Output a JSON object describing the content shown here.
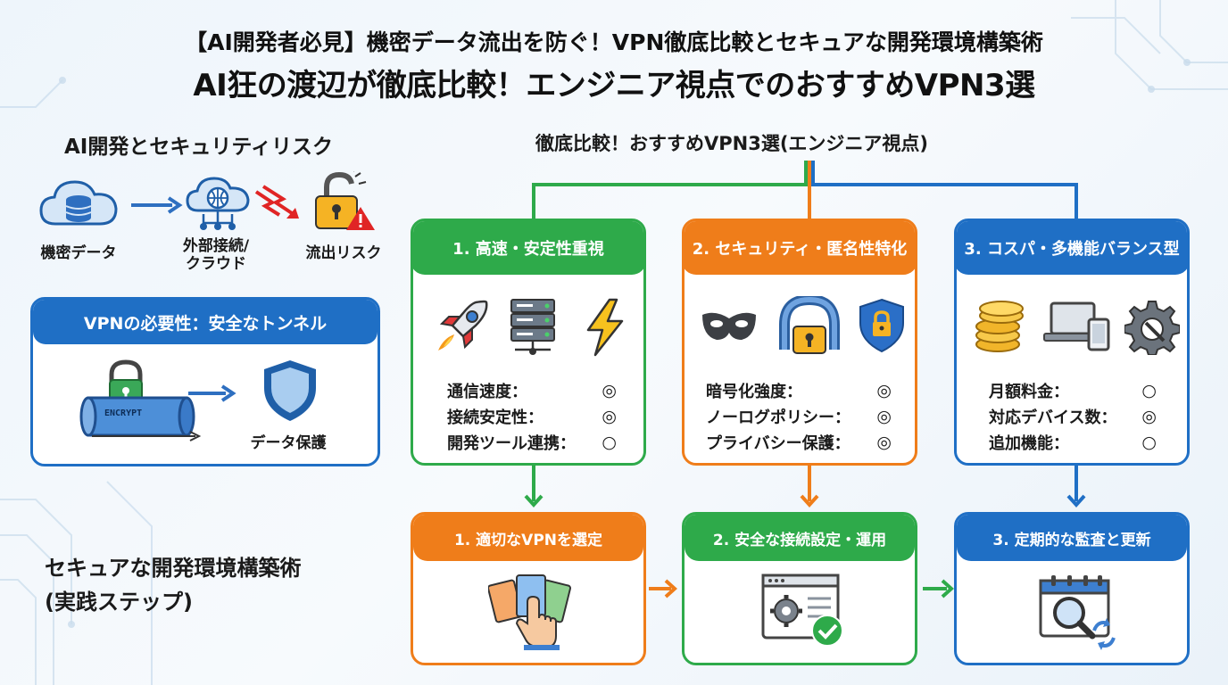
{
  "header": {
    "title_line1": "【AI開発者必見】機密データ流出を防ぐ！VPN徹底比較とセキュアな開発環境構築術",
    "title_line2": "AI狂の渡辺が徹底比較！エンジニア視点でのおすすめVPN3選"
  },
  "risk": {
    "heading": "AI開発とセキュリティリスク",
    "flow": [
      {
        "label": "機密データ",
        "icon": "cloud-database-icon"
      },
      {
        "label": "外部接続/\nクラウド",
        "icon": "cloud-network-icon"
      },
      {
        "label": "流出リスク",
        "icon": "broken-lock-warning-icon"
      }
    ]
  },
  "vpn_need": {
    "heading": "VPNの必要性：安全なトンネル",
    "tunnel_text": "ENCRYPT",
    "result_label": "データ保護"
  },
  "recommend": {
    "heading": "徹底比較！おすすめVPN3選(エンジニア視点)",
    "cards": [
      {
        "title": "1. 高速・安定性重視",
        "color": "#2eaa4a",
        "icons": [
          "rocket-icon",
          "server-icon",
          "lightning-icon"
        ],
        "rows": [
          {
            "label": "通信速度：",
            "value": "◎"
          },
          {
            "label": "接続安定性：",
            "value": "◎"
          },
          {
            "label": "開発ツール連携：",
            "value": "○"
          }
        ]
      },
      {
        "title": "2. セキュリティ・匿名性特化",
        "color": "#ef7d1a",
        "icons": [
          "mask-icon",
          "padlock-icon",
          "shield-lock-icon"
        ],
        "rows": [
          {
            "label": "暗号化強度：",
            "value": "◎"
          },
          {
            "label": "ノーログポリシー：",
            "value": "◎"
          },
          {
            "label": "プライバシー保護：",
            "value": "◎"
          }
        ]
      },
      {
        "title": "3. コスパ・多機能バランス型",
        "color": "#1f6fc5",
        "icons": [
          "coins-icon",
          "devices-icon",
          "gear-icon"
        ],
        "rows": [
          {
            "label": "月額料金：",
            "value": "○"
          },
          {
            "label": "対応デバイス数：",
            "value": "◎"
          },
          {
            "label": "追加機能：",
            "value": "○"
          }
        ]
      }
    ]
  },
  "steps": {
    "heading": "セキュアな開発環境構築術\n(実践ステップ)",
    "items": [
      {
        "title": "1. 適切なVPNを選定",
        "color": "#ef7d1a",
        "icon": "hand-select-cards-icon"
      },
      {
        "title": "2. 安全な接続設定・運用",
        "color": "#2eaa4a",
        "icon": "settings-check-icon"
      },
      {
        "title": "3. 定期的な監査と更新",
        "color": "#1f6fc5",
        "icon": "calendar-audit-icon"
      }
    ]
  }
}
